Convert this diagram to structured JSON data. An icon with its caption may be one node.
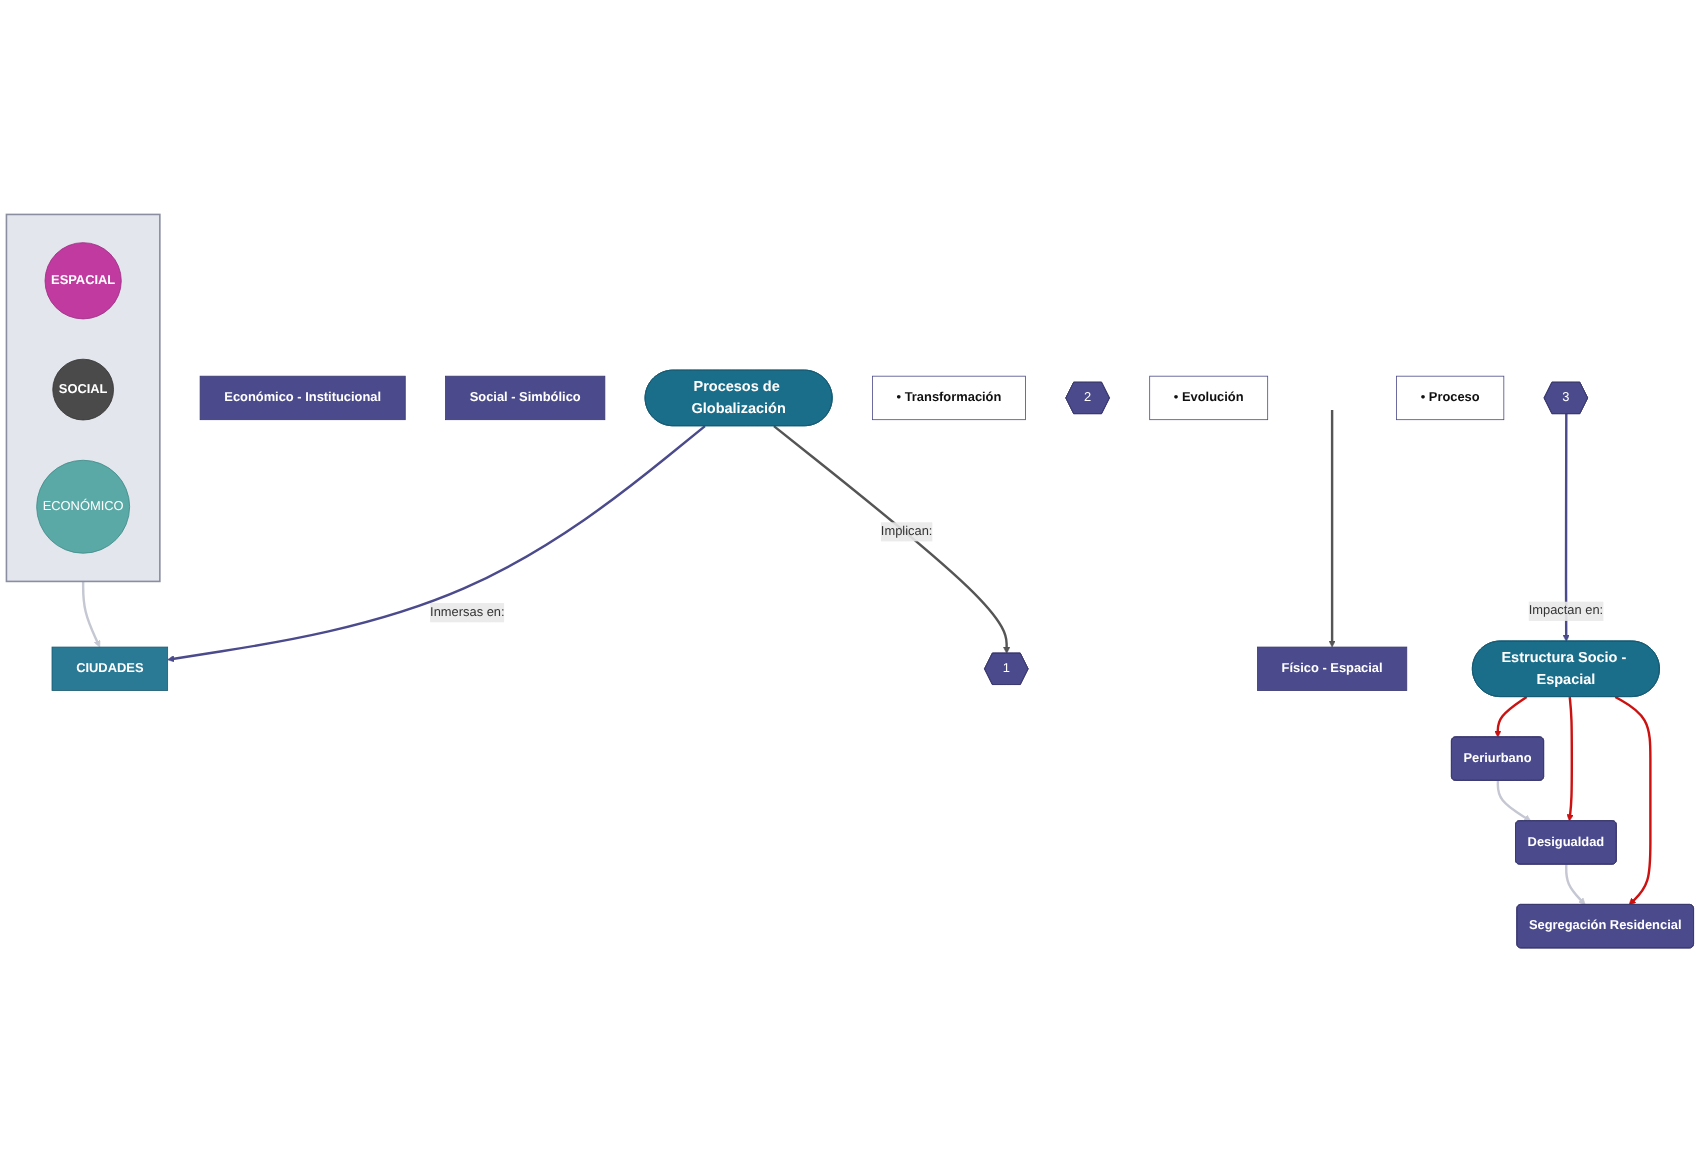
{
  "diagram": {
    "nodes": [
      {
        "text": [],
        "shape": "funnel"
      },
      {
        "text": [
          "ESPACIAL"
        ],
        "in": 0
      },
      {
        "text": [
          "SOCIAL"
        ],
        "in": 0
      },
      {
        "text": [
          "ECONÓMICO"
        ],
        "in": 0
      },
      {
        "text": [
          "CIUDADES"
        ]
      },
      {
        "text": [
          "Económico - Institucional"
        ]
      },
      {
        "text": [
          "Social - Simbólico"
        ]
      },
      {
        "text": [
          "Físico - Espacial"
        ]
      },
      {
        "text": [
          "Procesos de Globalización"
        ]
      },
      {
        "text": [
          "1"
        ]
      },
      {
        "text": [
          "• Transformación"
        ]
      },
      {
        "text": [
          "2"
        ]
      },
      {
        "text": [
          "• Evolución"
        ]
      },
      {
        "text": [
          "3"
        ]
      },
      {
        "text": [
          "• Proceso"
        ]
      },
      {
        "text": [
          "Estructura Socio - Espacial"
        ]
      },
      {
        "text": [
          "Periurbano"
        ]
      },
      {
        "text": [
          "Desigualdad"
        ]
      },
      {
        "text": [
          "Segregación Residencial"
        ]
      }
    ],
    "edges": [
      {
        "from": 0,
        "to": 4,
        "arrow": "to",
        "color": "#c5c8d2"
      },
      {
        "from": 8,
        "to": 4,
        "arrow": "to",
        "label": "Inmersas en:",
        "color": "#4b4a8c"
      },
      {
        "from": 8,
        "to": 9,
        "arrow": "to",
        "label": "Implican:",
        "color": "#555555"
      },
      {
        "from": 13,
        "to": 15,
        "arrow": "to",
        "label": "Impactan en:",
        "color": "#4b4a8c"
      },
      {
        "from": 15,
        "to": 16,
        "arrow": "to",
        "color": "#cc1111"
      },
      {
        "from": 15,
        "to": 17,
        "arrow": "to",
        "color": "#cc1111"
      },
      {
        "from": 15,
        "to": 18,
        "arrow": "to",
        "color": "#cc1111"
      },
      {
        "from": 16,
        "to": 17,
        "arrow": "to",
        "color": "#c5c8d2"
      },
      {
        "from": 17,
        "to": 18,
        "arrow": "to",
        "color": "#c5c8d2"
      },
      {
        "from": null,
        "to": 7,
        "arrow": "to",
        "color": "#555555"
      }
    ]
  }
}
